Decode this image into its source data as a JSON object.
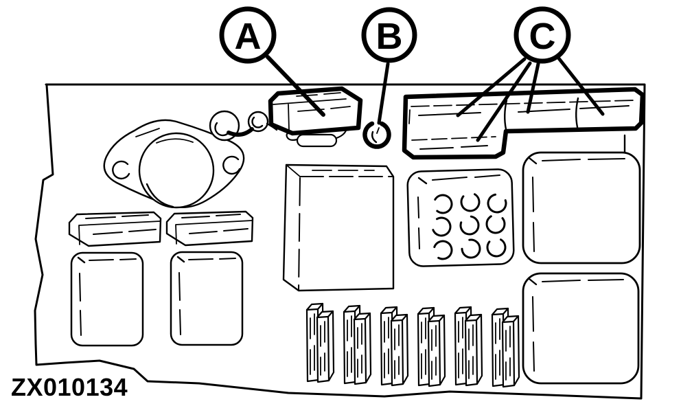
{
  "colors": {
    "ink": "#000000",
    "paper": "#ffffff"
  },
  "callouts": [
    {
      "label": "A"
    },
    {
      "label": "B"
    },
    {
      "label": "C"
    }
  ],
  "part_code": "ZX010134"
}
